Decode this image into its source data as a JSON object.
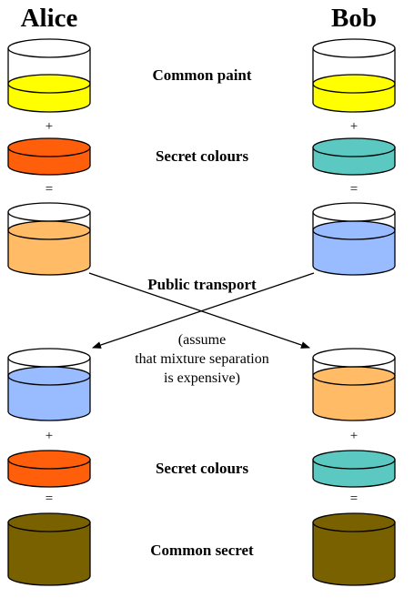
{
  "participants": {
    "left": "Alice",
    "right": "Bob"
  },
  "labels": {
    "common_paint": "Common paint",
    "secret_colours_top": "Secret colours",
    "public_transport": "Public transport",
    "note_line1": "(assume",
    "note_line2": "that mixture separation",
    "note_line3": "is expensive)",
    "secret_colours_bottom": "Secret colours",
    "common_secret": "Common secret"
  },
  "operators": {
    "plus": "+",
    "equals": "="
  },
  "colors": {
    "common_paint": "#ffff00",
    "alice_secret": "#ff5e0a",
    "bob_secret": "#5bc8c2",
    "alice_mixture": "#ffbb66",
    "bob_mixture": "#99bbff",
    "common_secret": "#7a6100"
  }
}
